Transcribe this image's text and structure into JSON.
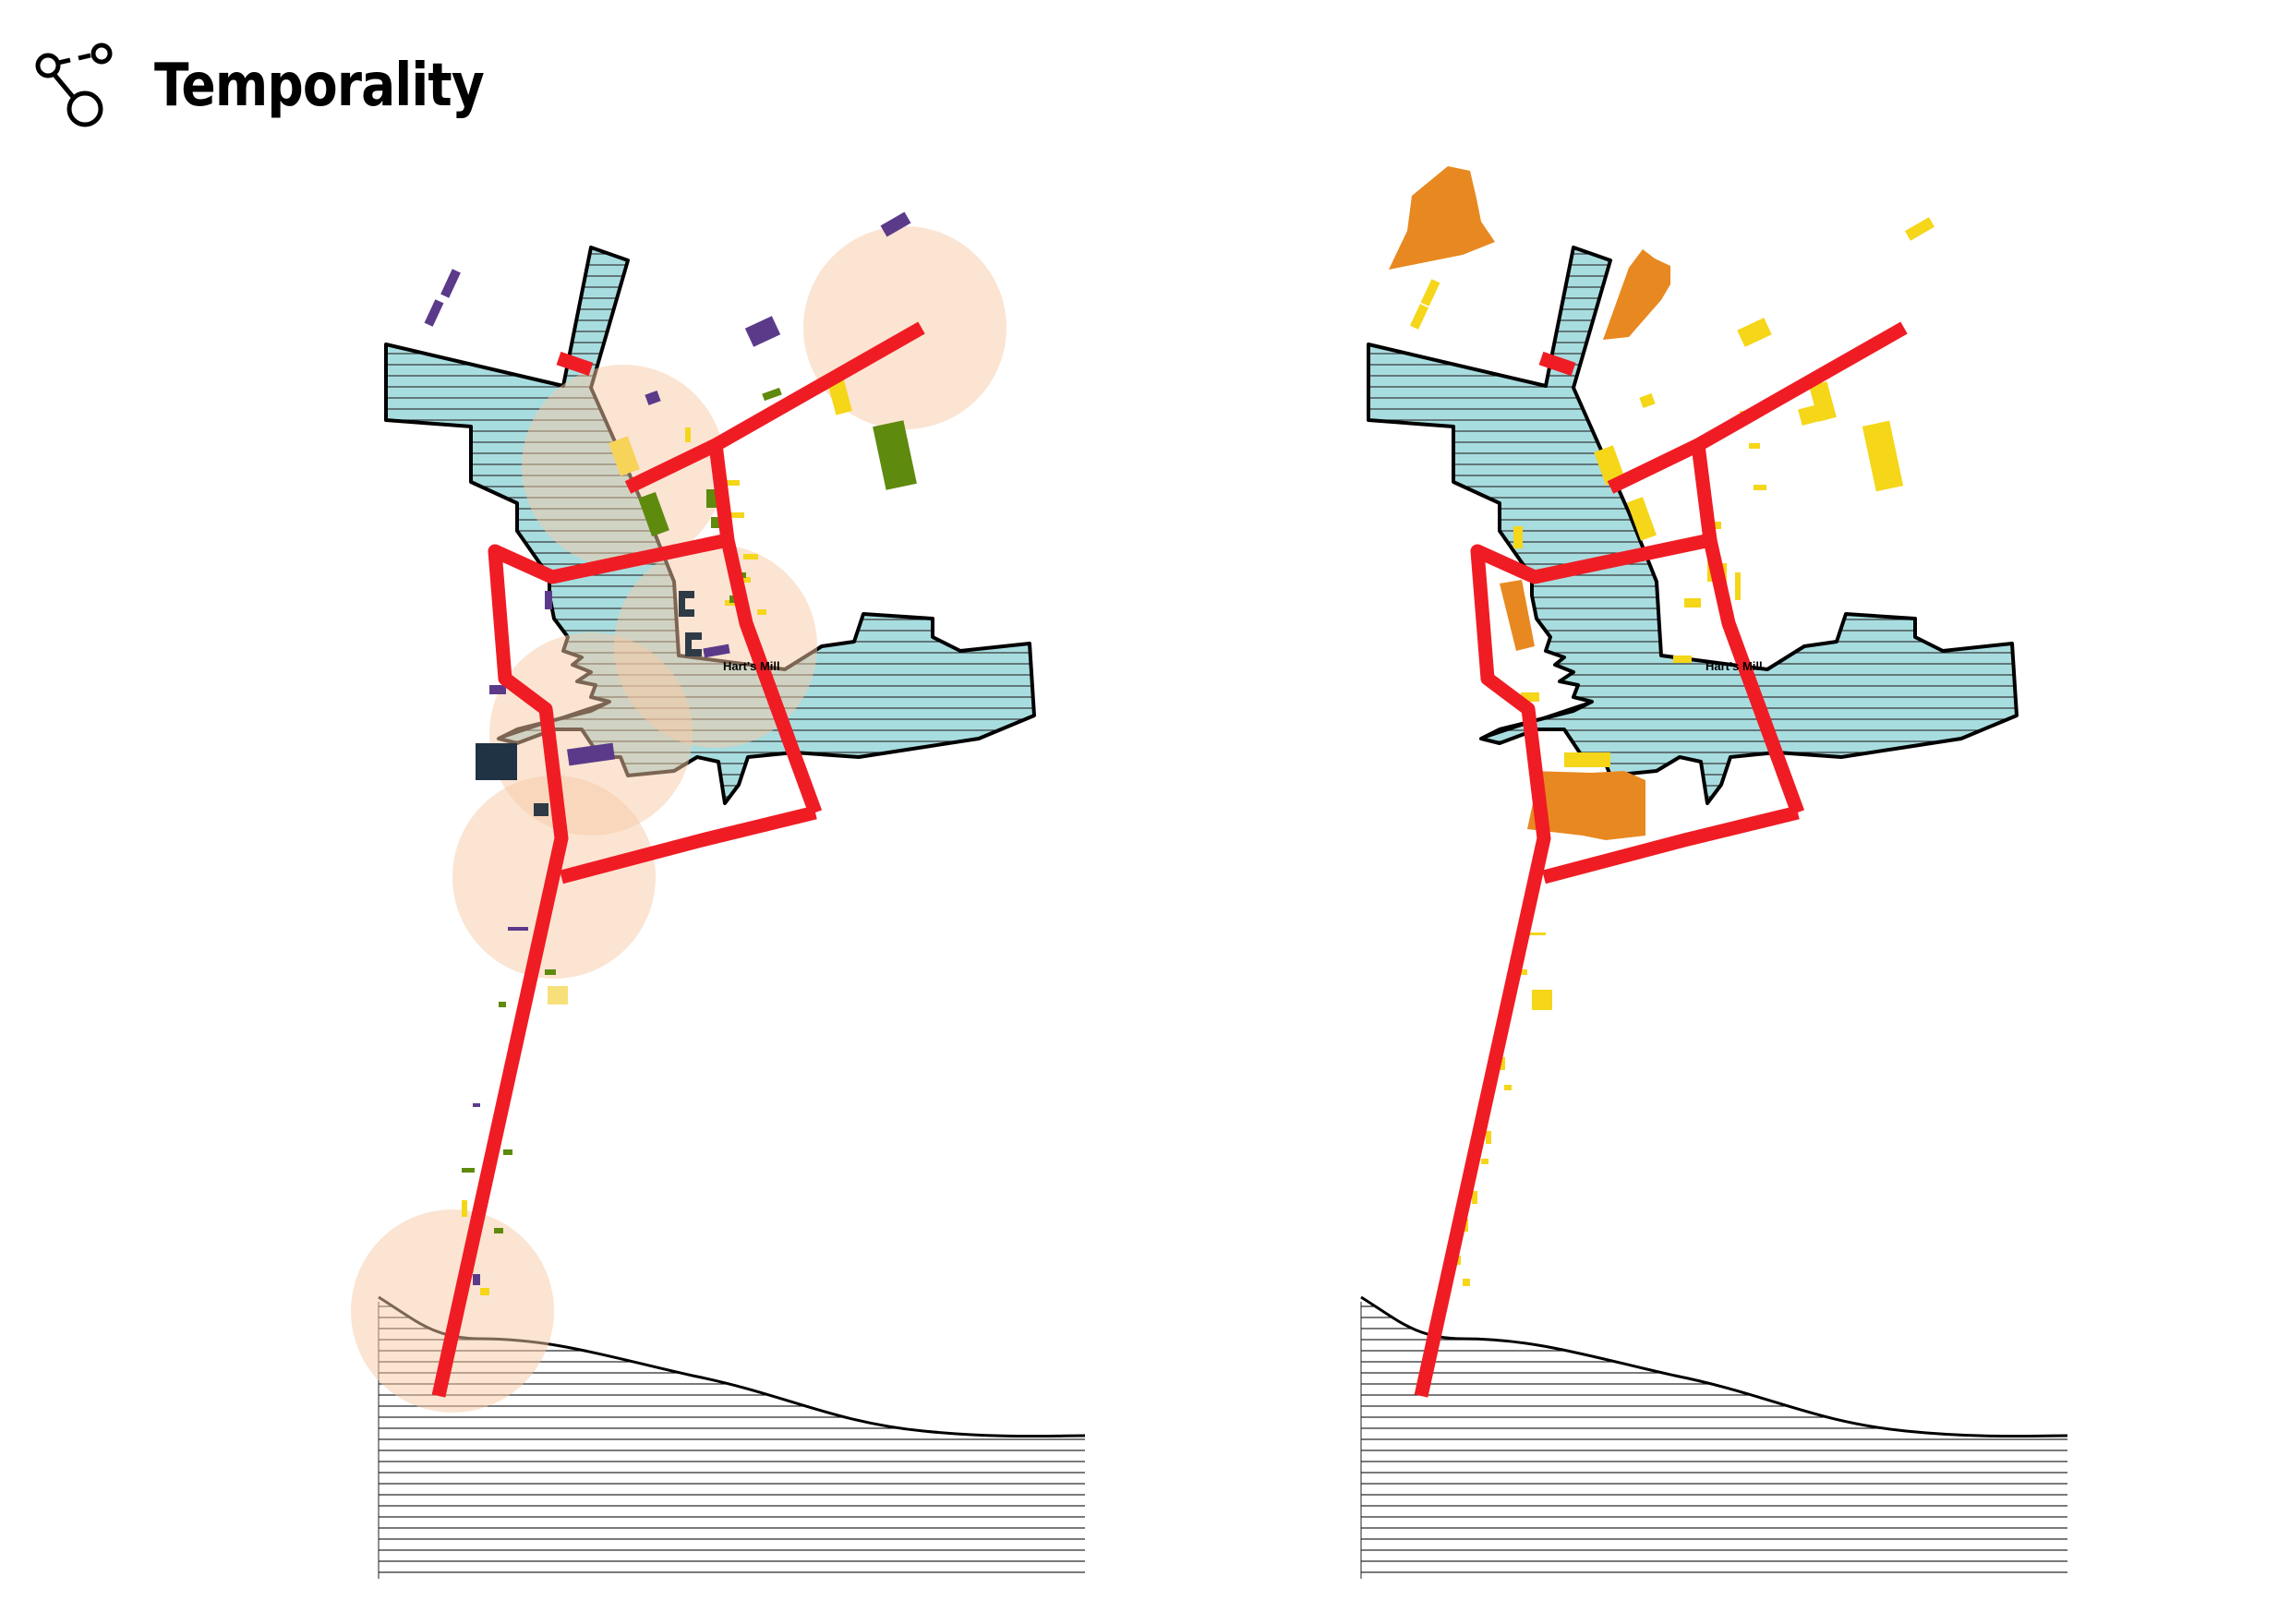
{
  "header": {
    "title": "Temporality",
    "icon": "timeline-nodes-icon"
  },
  "maps": [
    {
      "id": "left",
      "place_label": "Hart's Mill",
      "overlay": "activity-circles"
    },
    {
      "id": "right",
      "place_label": "Hart's Mill",
      "overlay": "orange-zones"
    }
  ],
  "colors": {
    "route": "#f01c24",
    "water": "#a8dde0",
    "water_lines": "#333333",
    "circle": "#f7caa6",
    "yellow": "#f5d619",
    "purple": "#5c3a8a",
    "green": "#5e8a0e",
    "navy": "#1f3344",
    "orange": "#e88820"
  }
}
